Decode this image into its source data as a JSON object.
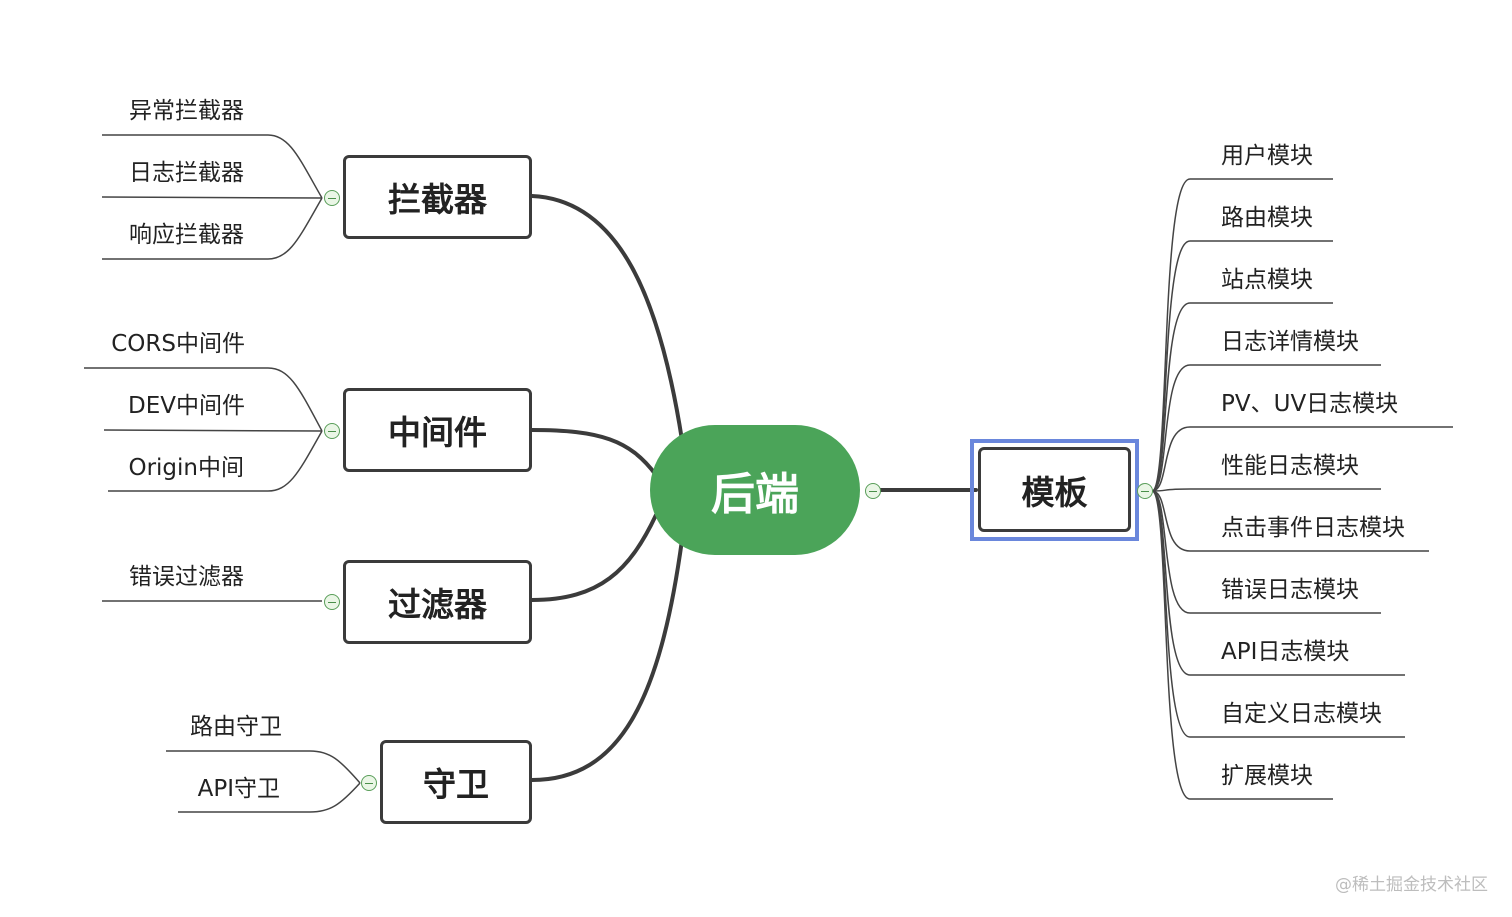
{
  "central": {
    "label": "后端"
  },
  "left_topics": [
    {
      "label": "拦截器",
      "leaves": [
        "异常拦截器",
        "日志拦截器",
        "响应拦截器"
      ]
    },
    {
      "label": "中间件",
      "leaves": [
        "CORS中间件",
        "DEV中间件",
        "Origin中间"
      ]
    },
    {
      "label": "过滤器",
      "leaves": [
        "错误过滤器"
      ]
    },
    {
      "label": "守卫",
      "leaves": [
        "路由守卫",
        "API守卫"
      ]
    }
  ],
  "right_topic": {
    "label": "模板",
    "leaves": [
      "用户模块",
      "路由模块",
      "站点模块",
      "日志详情模块",
      "PV、UV日志模块",
      "性能日志模块",
      "点击事件日志模块",
      "错误日志模块",
      "API日志模块",
      "自定义日志模块",
      "扩展模块"
    ]
  },
  "watermark": "@稀土掘金技术社区",
  "colors": {
    "central_fill": "#4ba459",
    "selection_border": "#6a87dc",
    "line": "#3b3b3b",
    "collapse_icon": "#5a9e5a"
  }
}
